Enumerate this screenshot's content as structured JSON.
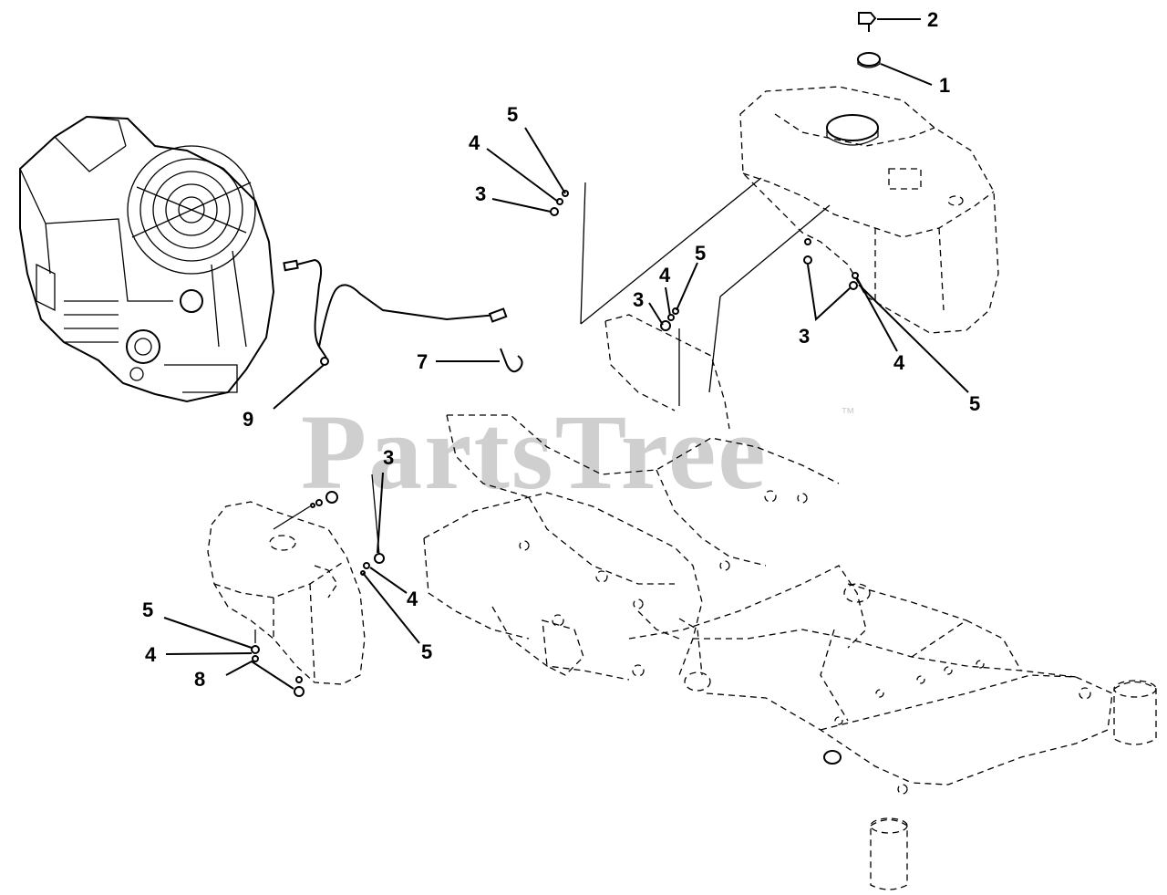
{
  "watermark": {
    "text": "PartsTree",
    "trademark": "™"
  },
  "callouts": [
    {
      "id": "c-2-cap",
      "label": "2"
    },
    {
      "id": "c-1-cap",
      "label": "1"
    },
    {
      "id": "c-5-top",
      "label": "5"
    },
    {
      "id": "c-4-top",
      "label": "4"
    },
    {
      "id": "c-3-top",
      "label": "3"
    },
    {
      "id": "c-5-mid",
      "label": "5"
    },
    {
      "id": "c-4-mid",
      "label": "4"
    },
    {
      "id": "c-3-mid",
      "label": "3"
    },
    {
      "id": "c-3-tank",
      "label": "3"
    },
    {
      "id": "c-4-tank",
      "label": "4"
    },
    {
      "id": "c-5-tank",
      "label": "5"
    },
    {
      "id": "c-7-hook",
      "label": "7"
    },
    {
      "id": "c-9-line",
      "label": "9"
    },
    {
      "id": "c-3-left",
      "label": "3"
    },
    {
      "id": "c-4-left",
      "label": "4"
    },
    {
      "id": "c-5-left",
      "label": "5"
    },
    {
      "id": "c-5-bl",
      "label": "5"
    },
    {
      "id": "c-4-bl",
      "label": "4"
    },
    {
      "id": "c-8-bl",
      "label": "8"
    }
  ]
}
